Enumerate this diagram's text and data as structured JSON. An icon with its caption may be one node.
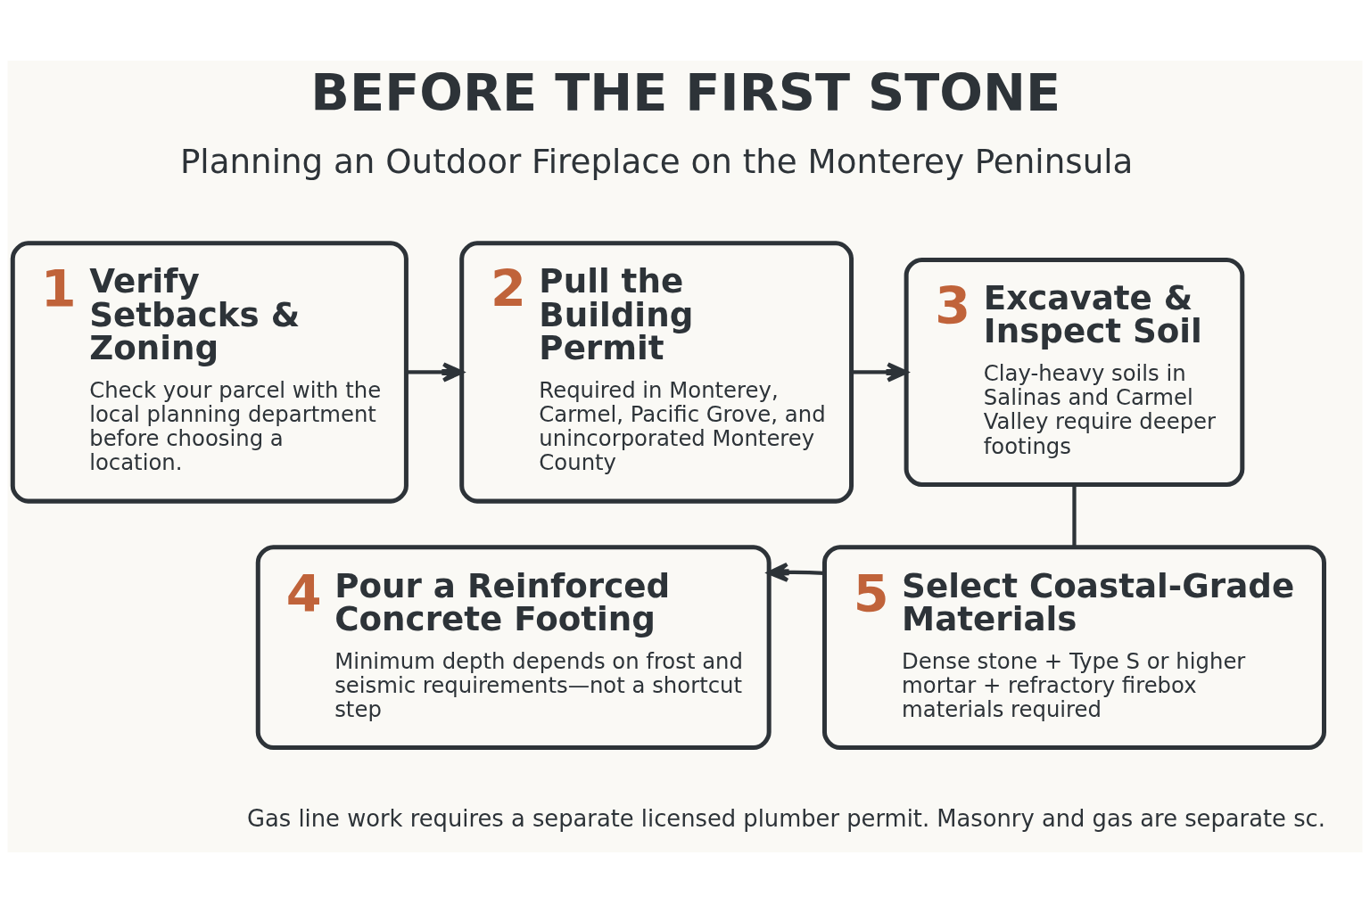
{
  "diagram": {
    "title": "BEFORE THE FIRST STONE",
    "nodes": [
      {
        "text": [
          "1",
          "Verify Setbacks & Zoning",
          "Check your parcel with the local planning department before choosing a location."
        ]
      },
      {
        "text": [
          "2",
          "Pull the Building Permit",
          "Required in Monterey, Carmel, Pacific Grove, and unincorporated Monterey County"
        ]
      },
      {
        "text": [
          "3",
          "Excavate & Inspect Soil",
          "Clay-heavy soils in Salinas and Carmel Valley require deeper footings"
        ]
      },
      {
        "text": [
          "4",
          "Pour a Reinforced Concrete Footing",
          "Minimum depth depends on frost and seismic requirements—not a shortcut step"
        ]
      },
      {
        "text": [
          "5",
          "Select Coastal-Grade Materials",
          "Dense stone + Type S or higher mortar + refractory firebox materials required"
        ]
      }
    ],
    "edges": [
      {
        "from": 0,
        "to": 1,
        "arrow": "to"
      },
      {
        "from": 1,
        "to": 2,
        "arrow": "to"
      },
      {
        "from": 2,
        "to": 4,
        "arrow": "none"
      },
      {
        "from": 4,
        "to": 3,
        "arrow": "to"
      }
    ],
    "labels": [
      "Planning an Outdoor Fireplace on the Monterey Peninsula",
      "Gas line work requires a separate licensed plumber permit. Masonry and gas are separate sc."
    ]
  }
}
